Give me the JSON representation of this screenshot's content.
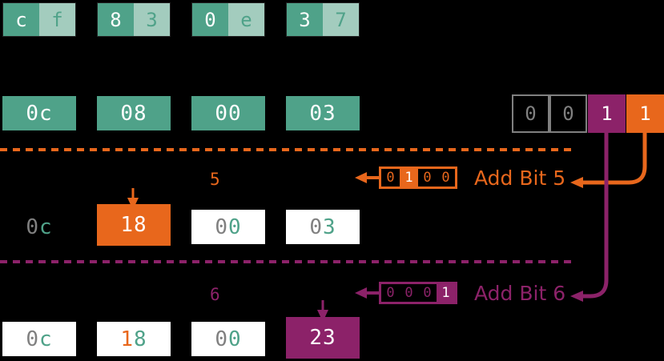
{
  "colors": {
    "background": "#000000",
    "teal_dark": "#4FA289",
    "teal_light": "#A3CCBE",
    "orange": "#E8671C",
    "purple": "#8C2269",
    "gray": "#808080",
    "white": "#FFFFFF"
  },
  "nibble_row": {
    "pairs": [
      {
        "hi": "c",
        "lo": "f"
      },
      {
        "hi": "8",
        "lo": "3"
      },
      {
        "hi": "0",
        "lo": "e"
      },
      {
        "hi": "3",
        "lo": "7"
      }
    ]
  },
  "byte_row_initial": {
    "bytes": [
      "0c",
      "08",
      "00",
      "03"
    ]
  },
  "bit_field": {
    "cells": [
      {
        "value": "0",
        "state": "empty"
      },
      {
        "value": "0",
        "state": "empty"
      },
      {
        "value": "1",
        "state": "purple"
      },
      {
        "value": "1",
        "state": "orange"
      }
    ]
  },
  "step_bit5": {
    "label": "Add Bit 5",
    "index_label": "5",
    "mask_bits": [
      "0",
      "1",
      "0",
      "0"
    ],
    "mask_active_index": 1,
    "color": "#E8671C",
    "bytes": [
      {
        "text": "0c",
        "style": "plain",
        "hi": "0",
        "lo": "c"
      },
      {
        "text": "18",
        "style": "orange"
      },
      {
        "text": "00",
        "style": "white",
        "hi": "0",
        "lo": "0"
      },
      {
        "text": "03",
        "style": "white",
        "hi": "0",
        "lo": "3"
      }
    ]
  },
  "step_bit6": {
    "label": "Add Bit 6",
    "index_label": "6",
    "mask_bits": [
      "0",
      "0",
      "0",
      "1"
    ],
    "mask_active_index": 3,
    "color": "#8C2269",
    "bytes": [
      {
        "text": "0c",
        "style": "white",
        "hi": "0",
        "lo": "c"
      },
      {
        "text": "18",
        "style": "white",
        "hi": "1",
        "lo": "8"
      },
      {
        "text": "00",
        "style": "white",
        "hi": "0",
        "lo": "0"
      },
      {
        "text": "23",
        "style": "purple"
      }
    ]
  }
}
